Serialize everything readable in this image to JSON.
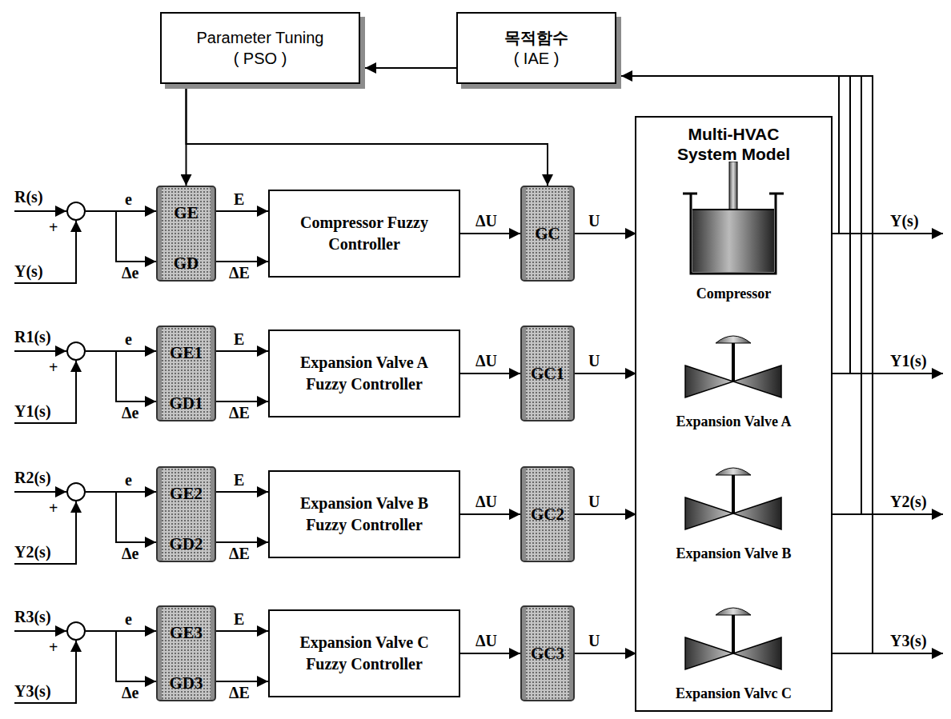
{
  "diagram": {
    "nodes": [
      {
        "text": [
          "Parameter Tuning",
          "( PSO )"
        ]
      },
      {
        "text": [
          "목적함수",
          "( IAE )"
        ]
      },
      {
        "text": [
          "+"
        ]
      },
      {
        "text": [
          "GE",
          "GD"
        ]
      },
      {
        "text": [
          "Compressor Fuzzy Controller"
        ]
      },
      {
        "text": [
          "GC"
        ]
      },
      {
        "text": [
          "Multi-HVAC System Model"
        ]
      },
      {
        "text": [
          "Compressor"
        ],
        "in": 6
      },
      {
        "text": [
          "+"
        ]
      },
      {
        "text": [
          "GE1",
          "GD1"
        ]
      },
      {
        "text": [
          "Expansion Valve A Fuzzy Controller"
        ]
      },
      {
        "text": [
          "GC1"
        ]
      },
      {
        "text": [
          "Expansion Valve A"
        ],
        "in": 6
      },
      {
        "text": [
          "+"
        ]
      },
      {
        "text": [
          "GE2",
          "GD2"
        ]
      },
      {
        "text": [
          "Expansion Valve B Fuzzy Controller"
        ]
      },
      {
        "text": [
          "GC2"
        ]
      },
      {
        "text": [
          "Expansion Valve B"
        ],
        "in": 6
      },
      {
        "text": [
          "+"
        ]
      },
      {
        "text": [
          "GE3",
          "GD3"
        ]
      },
      {
        "text": [
          "Expansion Valve C Fuzzy Controller"
        ]
      },
      {
        "text": [
          "GC3"
        ]
      },
      {
        "text": [
          "Expansion Valvc C"
        ],
        "in": 6
      }
    ],
    "edges": [
      {
        "from": 1,
        "to": 0,
        "arrow": "to"
      },
      {
        "from": 0,
        "to": 3,
        "arrow": "to"
      },
      {
        "from": 0,
        "to": 5,
        "arrow": "to"
      },
      {
        "from": 6,
        "to": 1,
        "arrow": "to"
      },
      {
        "from": 2,
        "to": 3,
        "label": "e",
        "arrow": "to"
      },
      {
        "from": 2,
        "to": 3,
        "label": "Δe",
        "arrow": "to"
      },
      {
        "from": 3,
        "to": 4,
        "label": "E",
        "arrow": "to"
      },
      {
        "from": 3,
        "to": 4,
        "label": "ΔE",
        "arrow": "to"
      },
      {
        "from": 4,
        "to": 5,
        "label": "ΔU",
        "arrow": "to"
      },
      {
        "from": 5,
        "to": 7,
        "label": "U",
        "arrow": "to"
      },
      {
        "from": 8,
        "to": 9,
        "label": "e",
        "arrow": "to"
      },
      {
        "from": 8,
        "to": 9,
        "label": "Δe",
        "arrow": "to"
      },
      {
        "from": 9,
        "to": 10,
        "label": "E",
        "arrow": "to"
      },
      {
        "from": 9,
        "to": 10,
        "label": "ΔE",
        "arrow": "to"
      },
      {
        "from": 10,
        "to": 11,
        "label": "ΔU",
        "arrow": "to"
      },
      {
        "from": 11,
        "to": 12,
        "label": "U",
        "arrow": "to"
      },
      {
        "from": 13,
        "to": 14,
        "label": "e",
        "arrow": "to"
      },
      {
        "from": 13,
        "to": 14,
        "label": "Δe",
        "arrow": "to"
      },
      {
        "from": 14,
        "to": 15,
        "label": "E",
        "arrow": "to"
      },
      {
        "from": 14,
        "to": 15,
        "label": "ΔE",
        "arrow": "to"
      },
      {
        "from": 15,
        "to": 16,
        "label": "ΔU",
        "arrow": "to"
      },
      {
        "from": 16,
        "to": 17,
        "label": "U",
        "arrow": "to"
      },
      {
        "from": 18,
        "to": 19,
        "label": "e",
        "arrow": "to"
      },
      {
        "from": 18,
        "to": 19,
        "label": "Δe",
        "arrow": "to"
      },
      {
        "from": 19,
        "to": 20,
        "label": "E",
        "arrow": "to"
      },
      {
        "from": 19,
        "to": 20,
        "label": "ΔE",
        "arrow": "to"
      },
      {
        "from": 20,
        "to": 21,
        "label": "ΔU",
        "arrow": "to"
      },
      {
        "from": 21,
        "to": 22,
        "label": "U",
        "arrow": "to"
      }
    ],
    "labels": [
      "R(s)",
      "Y(s)",
      "R1(s)",
      "Y1(s)",
      "R2(s)",
      "Y2(s)",
      "R3(s)",
      "Y3(s)",
      "Y(s)",
      "Y1(s)",
      "Y2(s)",
      "Y3(s)"
    ]
  }
}
